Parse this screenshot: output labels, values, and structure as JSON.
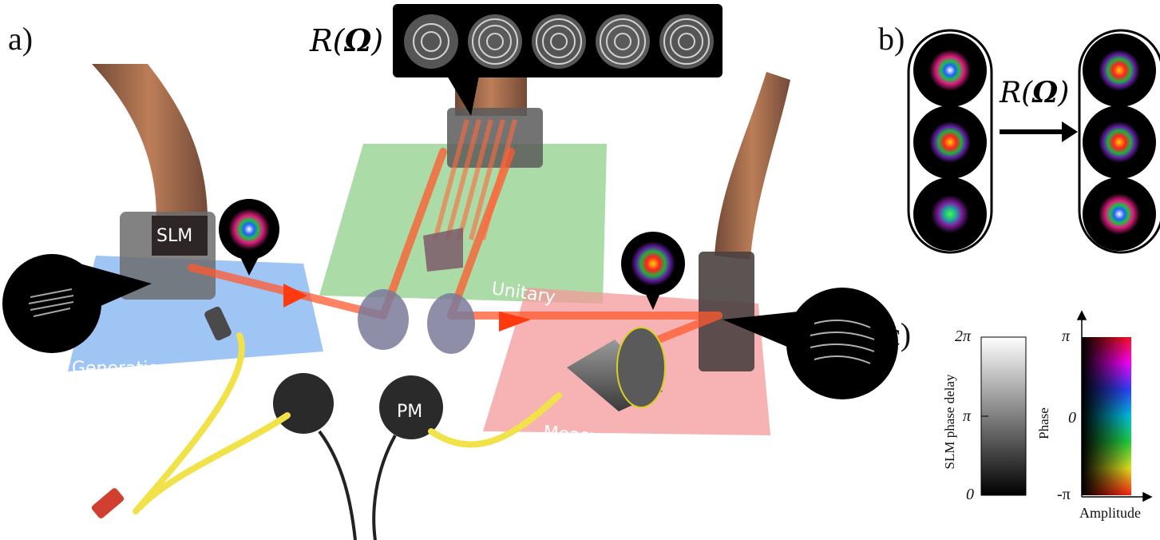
{
  "panels": {
    "a": "a)",
    "b": "b)",
    "c": "c)"
  },
  "operator": {
    "symbol": "R(",
    "omega": "Ω",
    "close": ")"
  },
  "stages": {
    "slm": "SLM",
    "generation": "Generation",
    "unitary": "Unitary",
    "measurement": "Measurement",
    "pm": "PM"
  },
  "colorbars": {
    "slm": {
      "title": "SLM phase delay",
      "ticks": [
        "2π",
        "π",
        "0"
      ]
    },
    "phase": {
      "title": "Phase",
      "ticks": [
        "π",
        "0",
        "-π"
      ],
      "xlabel": "Amplitude"
    }
  },
  "colors": {
    "generation": "#7fb2f0",
    "unitary": "#8fd08a",
    "measurement": "#f49a9a",
    "beam": "#ff5a2e",
    "fiber": "#f2e24a",
    "ribbon": "#8a4a2a"
  }
}
